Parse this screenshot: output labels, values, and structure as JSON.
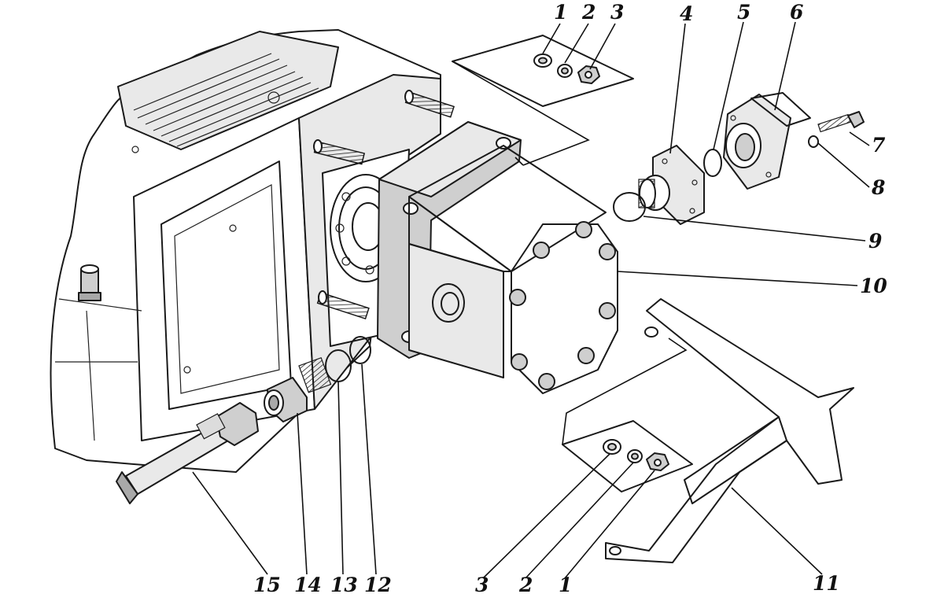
{
  "diagram": {
    "callouts": [
      {
        "id": "top-1",
        "label": "1"
      },
      {
        "id": "top-2",
        "label": "2"
      },
      {
        "id": "top-3",
        "label": "3"
      },
      {
        "id": "c4",
        "label": "4"
      },
      {
        "id": "c5",
        "label": "5"
      },
      {
        "id": "c6",
        "label": "6"
      },
      {
        "id": "c7",
        "label": "7"
      },
      {
        "id": "c8",
        "label": "8"
      },
      {
        "id": "c9",
        "label": "9"
      },
      {
        "id": "c10",
        "label": "10"
      },
      {
        "id": "c11",
        "label": "11"
      },
      {
        "id": "c12",
        "label": "12"
      },
      {
        "id": "c13",
        "label": "13"
      },
      {
        "id": "c14",
        "label": "14"
      },
      {
        "id": "c15",
        "label": "15"
      },
      {
        "id": "bot-3",
        "label": "3"
      },
      {
        "id": "bot-2",
        "label": "2"
      },
      {
        "id": "bot-1",
        "label": "1"
      }
    ]
  },
  "colors": {
    "ink": "#1a1a1a",
    "paper": "#ffffff",
    "shade_light": "#e9e9e9",
    "shade_mid": "#cfcfcf",
    "shade_dark": "#a9a9a9"
  }
}
